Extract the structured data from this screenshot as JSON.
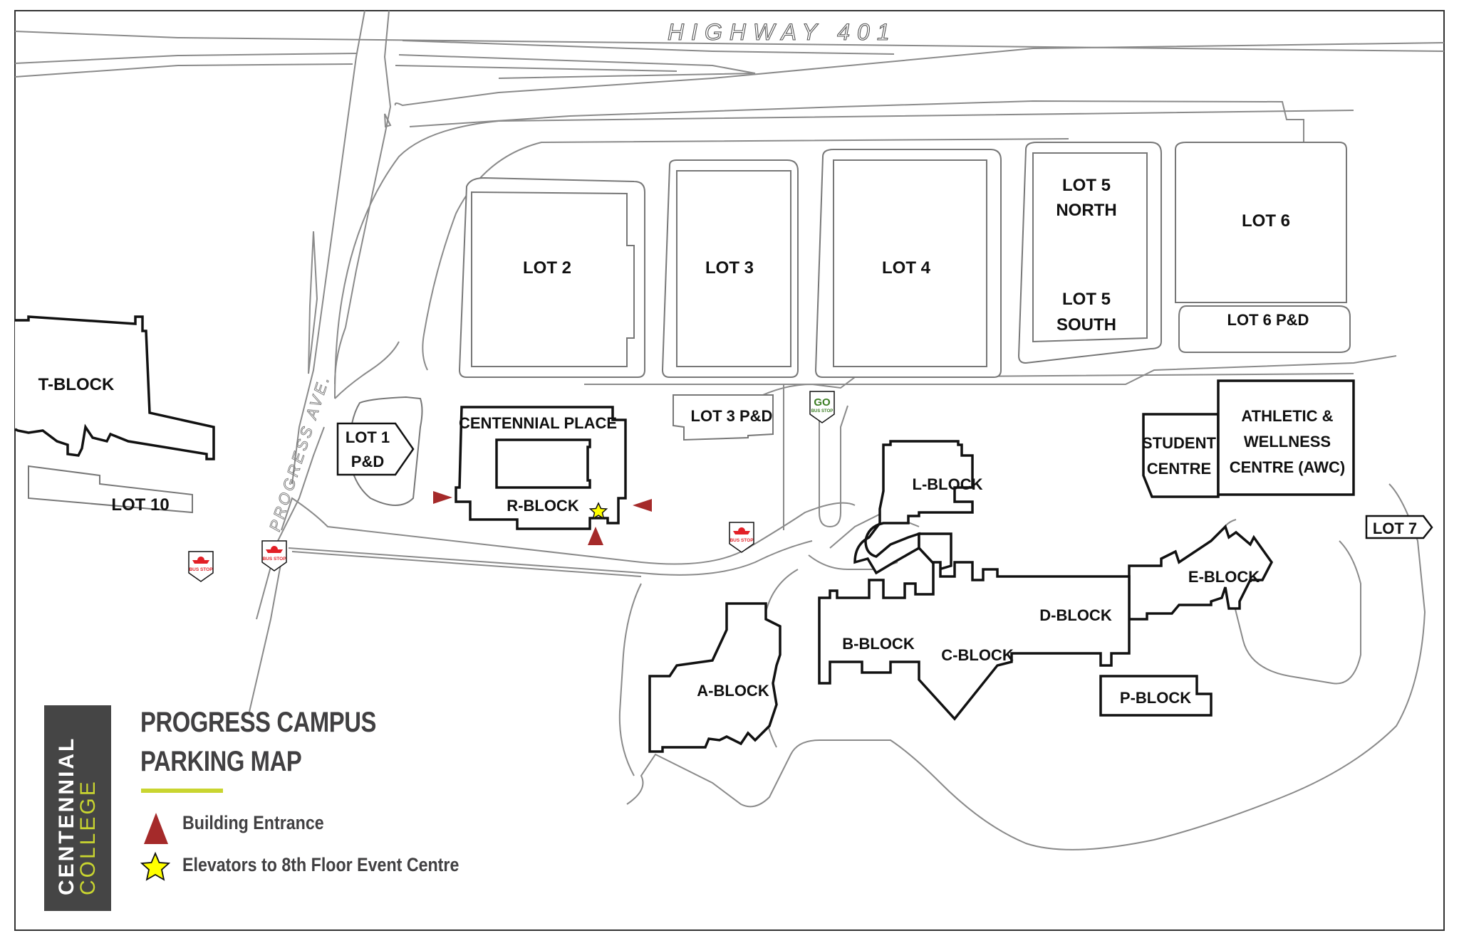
{
  "map": {
    "title_line1": "PROGRESS CAMPUS",
    "title_line2": "PARKING MAP",
    "highway_label": "HIGHWAY 401",
    "street_label": "PROGRESS AVE.",
    "colors": {
      "entrance_marker": "#a52a2a",
      "elevator_star": "#ffff00",
      "brand_dark": "#454545",
      "brand_accent": "#c9d530",
      "text": "#414042"
    }
  },
  "logo": {
    "line1": "CENTENNIAL",
    "line2": "COLLEGE"
  },
  "legend": {
    "items": [
      {
        "icon": "red-triangle-entrance",
        "label": "Building Entrance"
      },
      {
        "icon": "yellow-star-elevator",
        "label": "Elevators to 8th Floor Event Centre"
      }
    ]
  },
  "lots": {
    "lot1": {
      "line1": "LOT 1",
      "line2": "P&D"
    },
    "lot2": "LOT 2",
    "lot3": "LOT 3",
    "lot3pd": "LOT 3 P&D",
    "lot4": "LOT 4",
    "lot5n": {
      "line1": "LOT 5",
      "line2": "NORTH"
    },
    "lot5s": {
      "line1": "LOT 5",
      "line2": "SOUTH"
    },
    "lot6": "LOT 6",
    "lot6pd": "LOT 6 P&D",
    "lot7": "LOT 7",
    "lot10": "LOT 10"
  },
  "buildings": {
    "t_block": "T-BLOCK",
    "centennial_place": "CENTENNIAL PLACE",
    "r_block": "R-BLOCK",
    "l_block": "L-BLOCK",
    "a_block": "A-BLOCK",
    "b_block": "B-BLOCK",
    "c_block": "C-BLOCK",
    "d_block": "D-BLOCK",
    "e_block": "E-BLOCK",
    "p_block": "P-BLOCK",
    "student_centre": {
      "line1": "STUDENT",
      "line2": "CENTRE"
    },
    "awc": {
      "line1": "ATHLETIC &",
      "line2": "WELLNESS",
      "line3": "CENTRE (AWC)"
    }
  },
  "bus_stops": {
    "ttc_label": "BUS STOP",
    "go_label": "BUS STOP",
    "go_logo": "GO"
  }
}
